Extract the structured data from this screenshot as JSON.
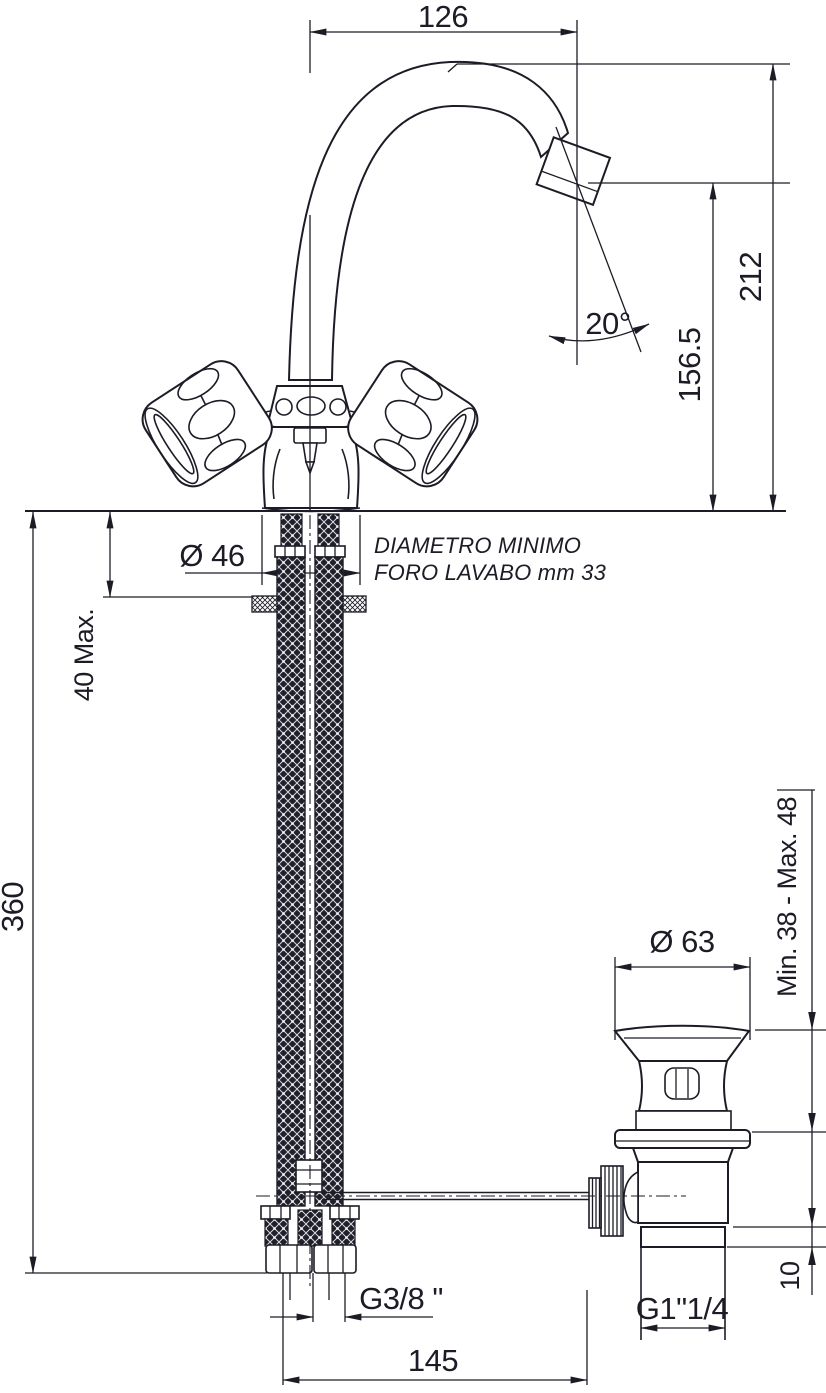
{
  "drawing": {
    "kind": "faucet-installation-technical-drawing",
    "ink_color": "#1c1c26",
    "background_color": "#ffffff",
    "dimensions": {
      "spout_reach": "126",
      "total_height": "212",
      "aerator_height": "156.5",
      "spray_angle": "20°",
      "body_diameter": "Ø 46",
      "deck_thickness_max": "40 Max.",
      "hose_length": "360",
      "drain_flange_diameter": "Ø 63",
      "basin_thickness_range": "Min. 38 - Max. 48",
      "drain_flange_height": "10",
      "rod_reach": "145"
    },
    "threads": {
      "supply": "G3/8 \"",
      "drain": "G1\"1/4"
    },
    "note": {
      "line1": "DIAMETRO MINIMO",
      "line2": "FORO LAVABO mm 33"
    }
  }
}
